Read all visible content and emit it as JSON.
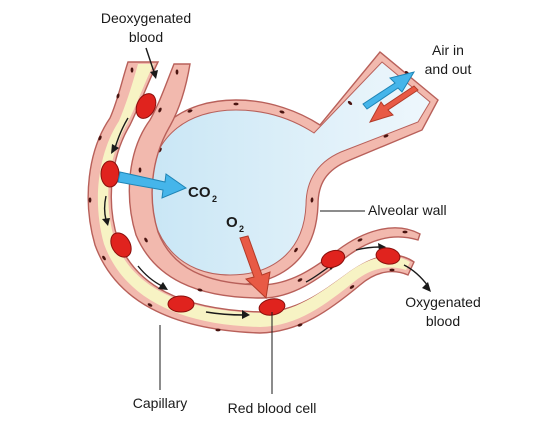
{
  "labels": {
    "deoxygenated_line1": "Deoxygenated",
    "deoxygenated_line2": "blood",
    "air_line1": "Air in",
    "air_line2": "and out",
    "alveolar_wall": "Alveolar wall",
    "oxygenated_line1": "Oxygenated",
    "oxygenated_line2": "blood",
    "capillary": "Capillary",
    "red_blood_cell": "Red blood cell"
  },
  "gases": {
    "co2_base": "CO",
    "co2_sub": "2",
    "o2_base": "O",
    "o2_sub": "2"
  },
  "colors": {
    "alveolus_fill": "#c9e6f5",
    "wall_fill": "#f2b9ae",
    "wall_stroke": "#b8605a",
    "plasma_fill": "#f7f3c4",
    "blood_cell": "#e0231e",
    "arrow_blue": "#45b5ea",
    "arrow_red": "#e85a45"
  }
}
